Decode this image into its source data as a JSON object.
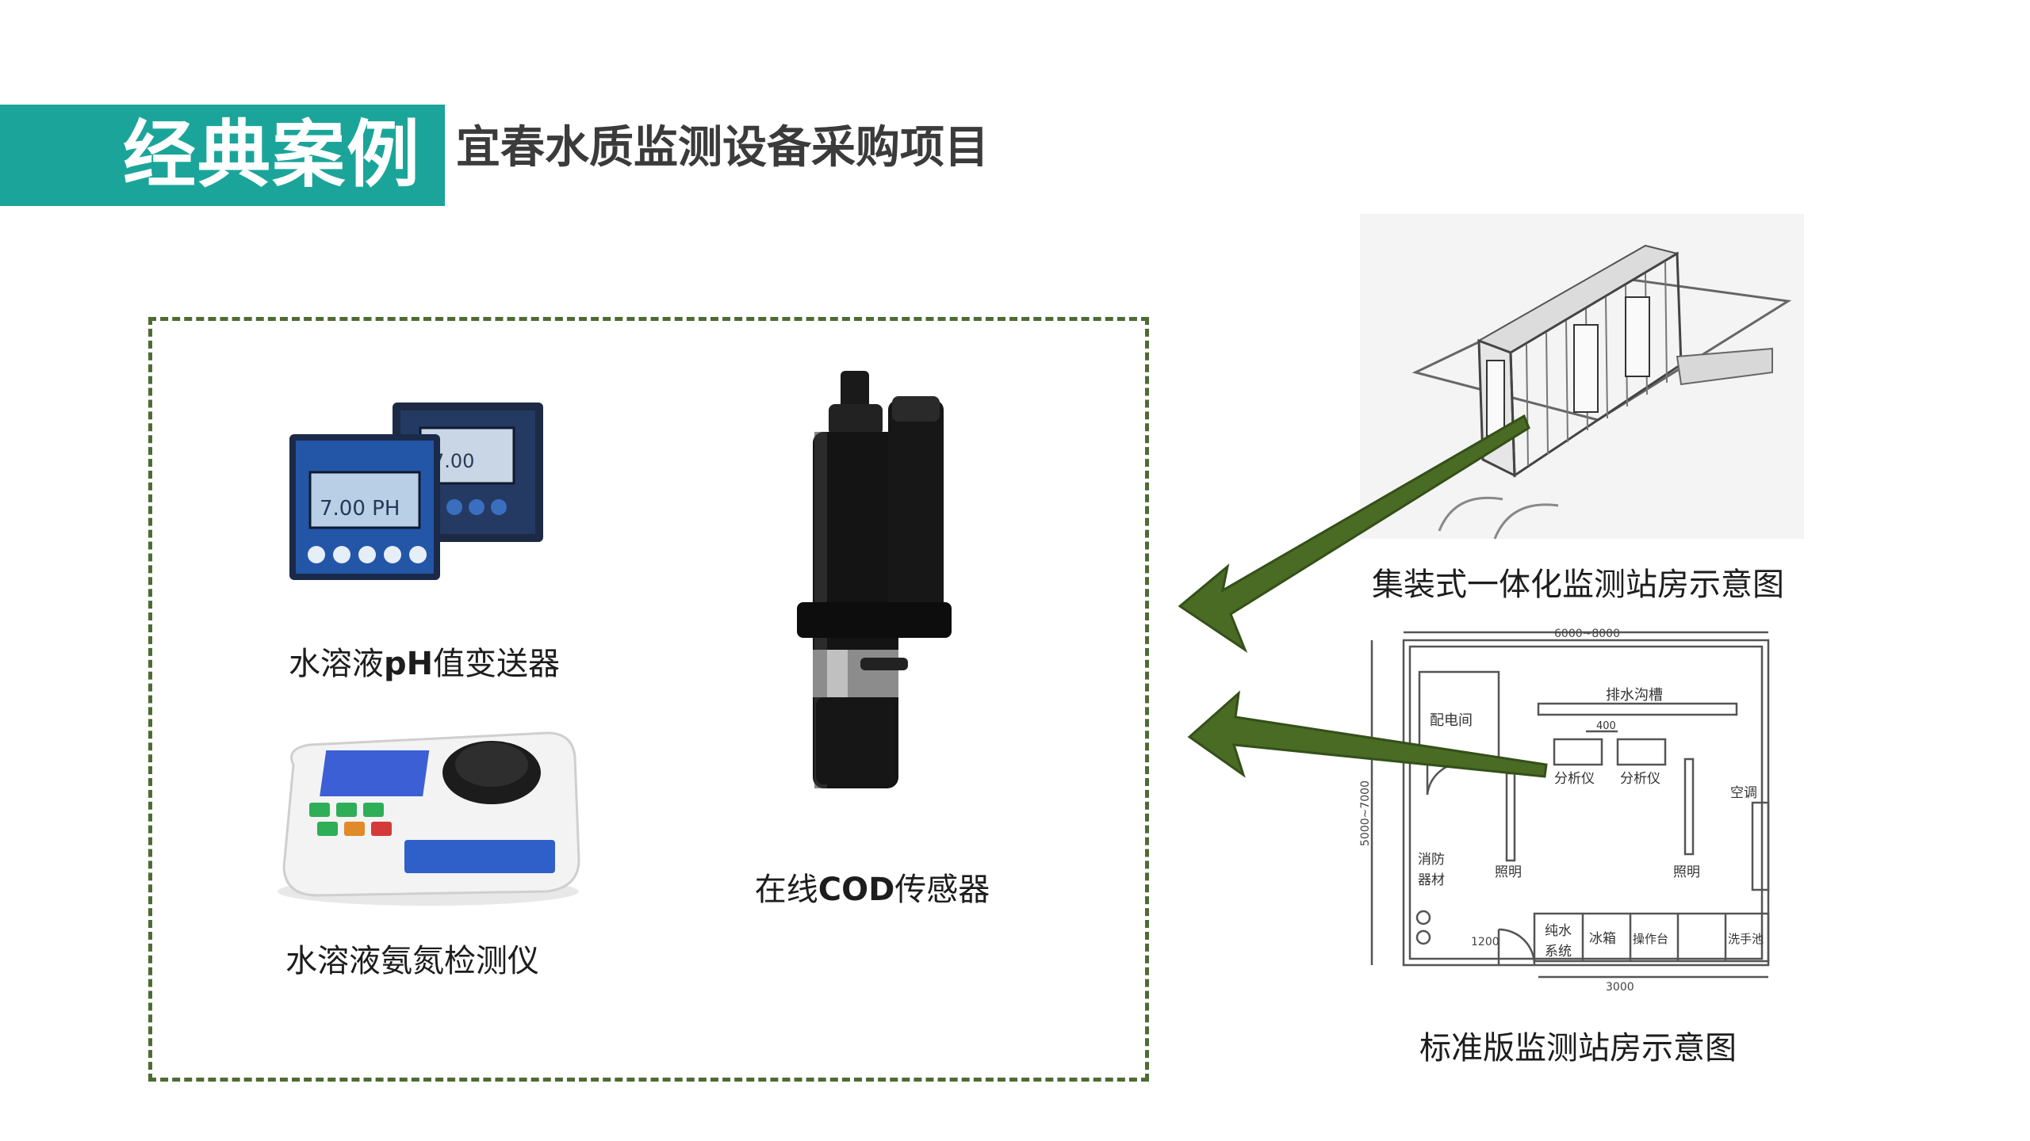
{
  "header": {
    "section_title": "经典案例",
    "project_title": "宜春水质监测设备采购项目"
  },
  "products": {
    "ph_transmitter": {
      "caption_pre": "水溶液",
      "caption_bold": "pH",
      "caption_post": "值变送器",
      "screen_front": "7.00 PH",
      "screen_back": "7.00"
    },
    "ammonia_meter": {
      "caption": "水溶液氨氮检测仪"
    },
    "cod_sensor": {
      "caption_pre": "在线",
      "caption_bold": "COD",
      "caption_post": "传感器"
    }
  },
  "diagrams": {
    "container_station": {
      "caption": "集装式一体化监测站房示意图"
    },
    "standard_station": {
      "caption": "标准版监测站房示意图",
      "labels": {
        "width_dim": "6000~8000",
        "height_dim": "5000~7000",
        "drain": "排水沟槽",
        "dim_400": "400",
        "power_room": "配电间",
        "analyzer_1": "分析仪",
        "analyzer_2": "分析仪",
        "ac": "空调",
        "fire_1": "消防",
        "fire_2": "器材",
        "light_1": "照明",
        "light_2": "照明",
        "dim_1200": "1200",
        "pure_water_1": "纯水",
        "pure_water_2": "系统",
        "fridge": "冰箱",
        "bench": "操作台",
        "sink": "洗手池",
        "dim_3000": "3000"
      }
    }
  },
  "colors": {
    "accent_band": "#1ba59a",
    "frame_dash": "#4d6b34",
    "arrow_fill": "#4a6b23"
  }
}
